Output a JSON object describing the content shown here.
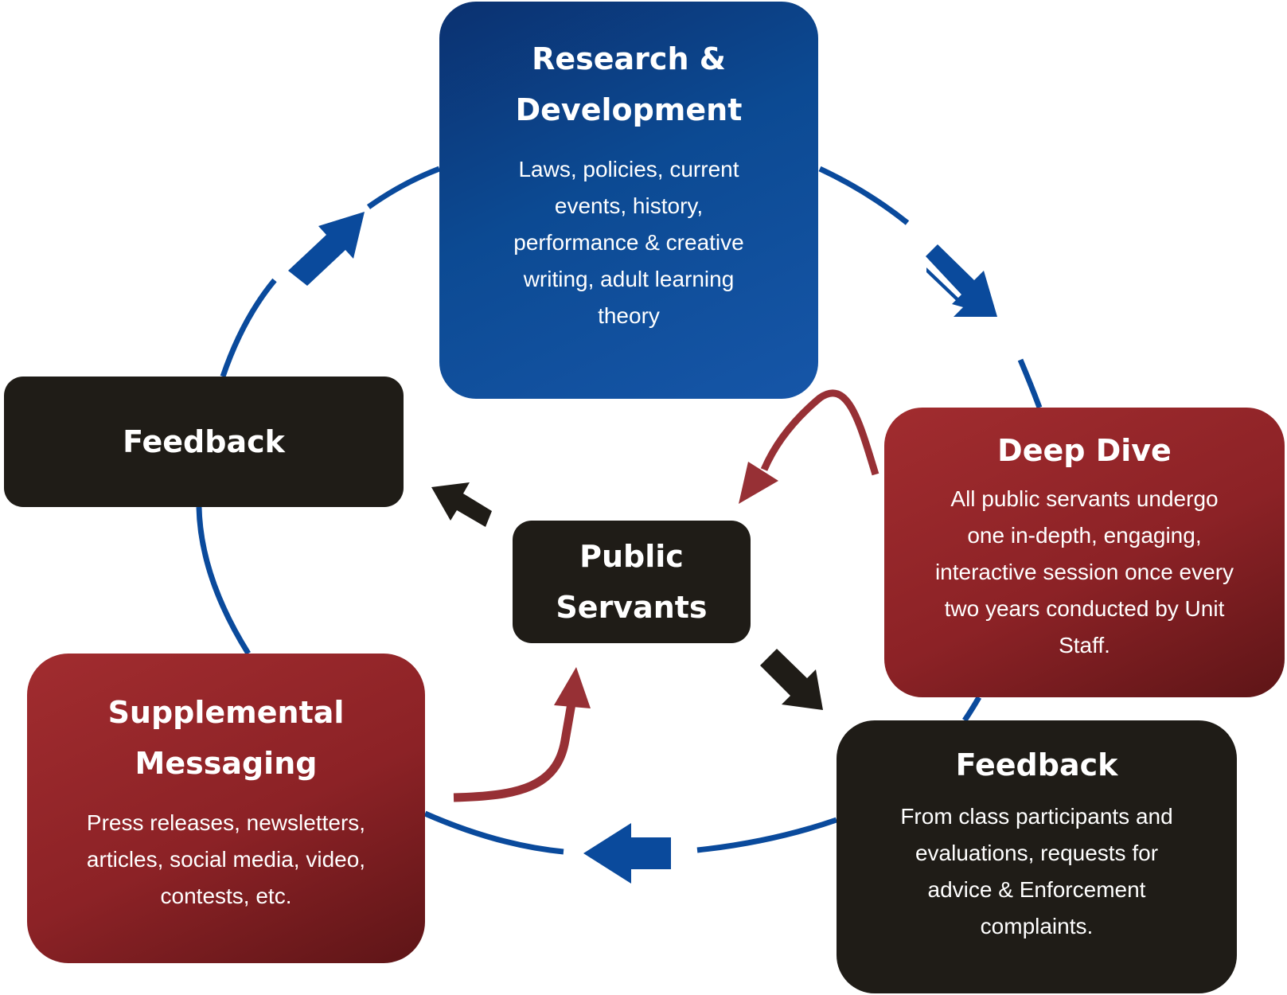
{
  "boxes": {
    "research": {
      "title_line1": "Research &",
      "title_line2": "Development",
      "body": "Laws, policies, current\nevents, history,\nperformance & creative\nwriting, adult learning\ntheory"
    },
    "deep_dive": {
      "title": "Deep Dive",
      "body": "All public servants undergo\none in-depth, engaging,\ninteractive session once every\ntwo years conducted by Unit\nStaff."
    },
    "feedback_left": {
      "title": "Feedback"
    },
    "feedback_right": {
      "title": "Feedback",
      "body": "From class participants and\nevaluations, requests for\nadvice & Enforcement\ncomplaints."
    },
    "supplemental": {
      "title_line1": "Supplemental",
      "title_line2": "Messaging",
      "body": "Press releases, newsletters,\narticles, social media, video,\ncontests, etc."
    },
    "public_servants": {
      "title_line1": "Public",
      "title_line2": "Servants"
    }
  },
  "colors": {
    "cycle_blue": "#0a4a9c",
    "accent_red": "#973035",
    "dark": "#1f1c17"
  },
  "icons": [
    "cycle-arrow-icon",
    "curved-arrow-icon",
    "block-arrow-icon"
  ]
}
